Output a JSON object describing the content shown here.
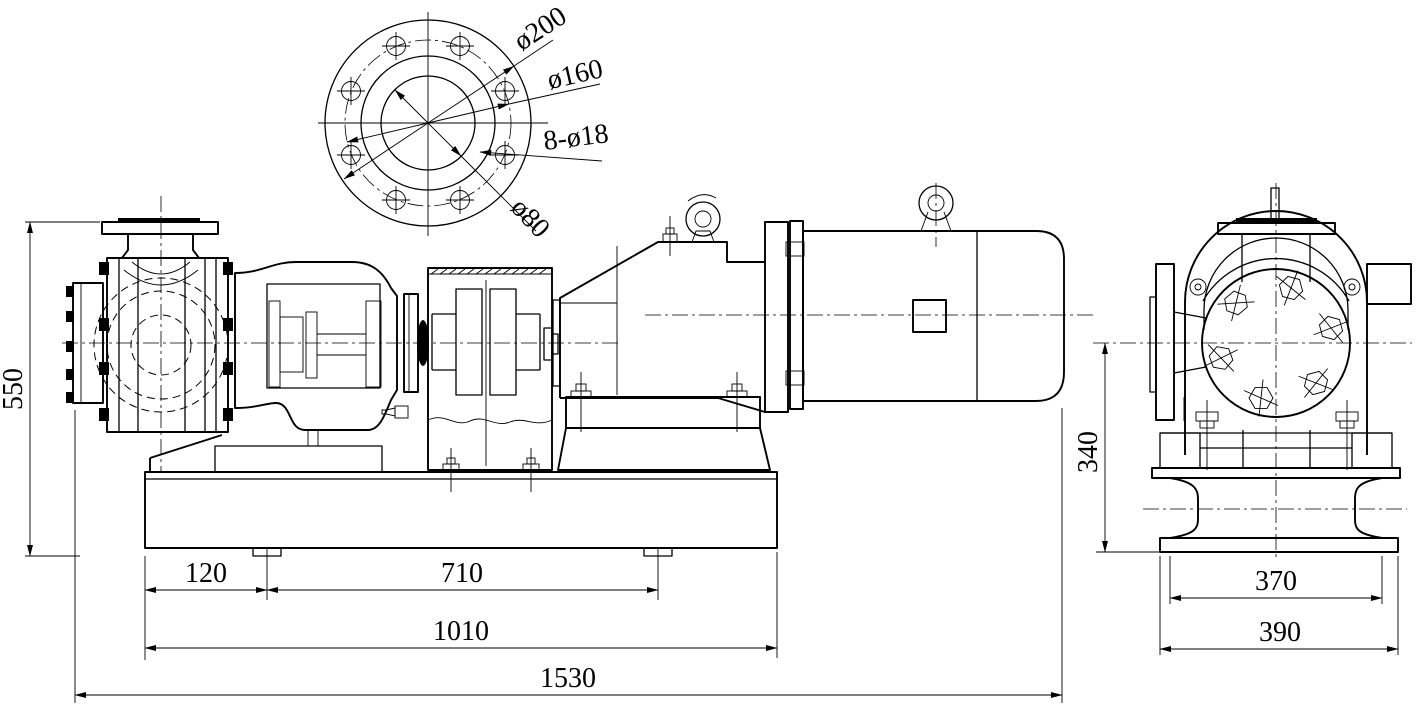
{
  "drawing": {
    "background_color": "#ffffff",
    "line_color": "#000000",
    "flange_detail": {
      "outer_diameter_label": "ø200",
      "bolt_circle_label": "ø160",
      "bolt_holes_label": "8-ø18",
      "bore_label": "ø80"
    },
    "side_view": {
      "height_label": "550",
      "inlet_offset_label": "120",
      "mid_span_label": "710",
      "baseplate_length_label": "1010",
      "overall_length_label": "1530"
    },
    "end_view": {
      "centerline_height_label": "340",
      "inner_base_width_label": "370",
      "outer_base_width_label": "390"
    }
  }
}
